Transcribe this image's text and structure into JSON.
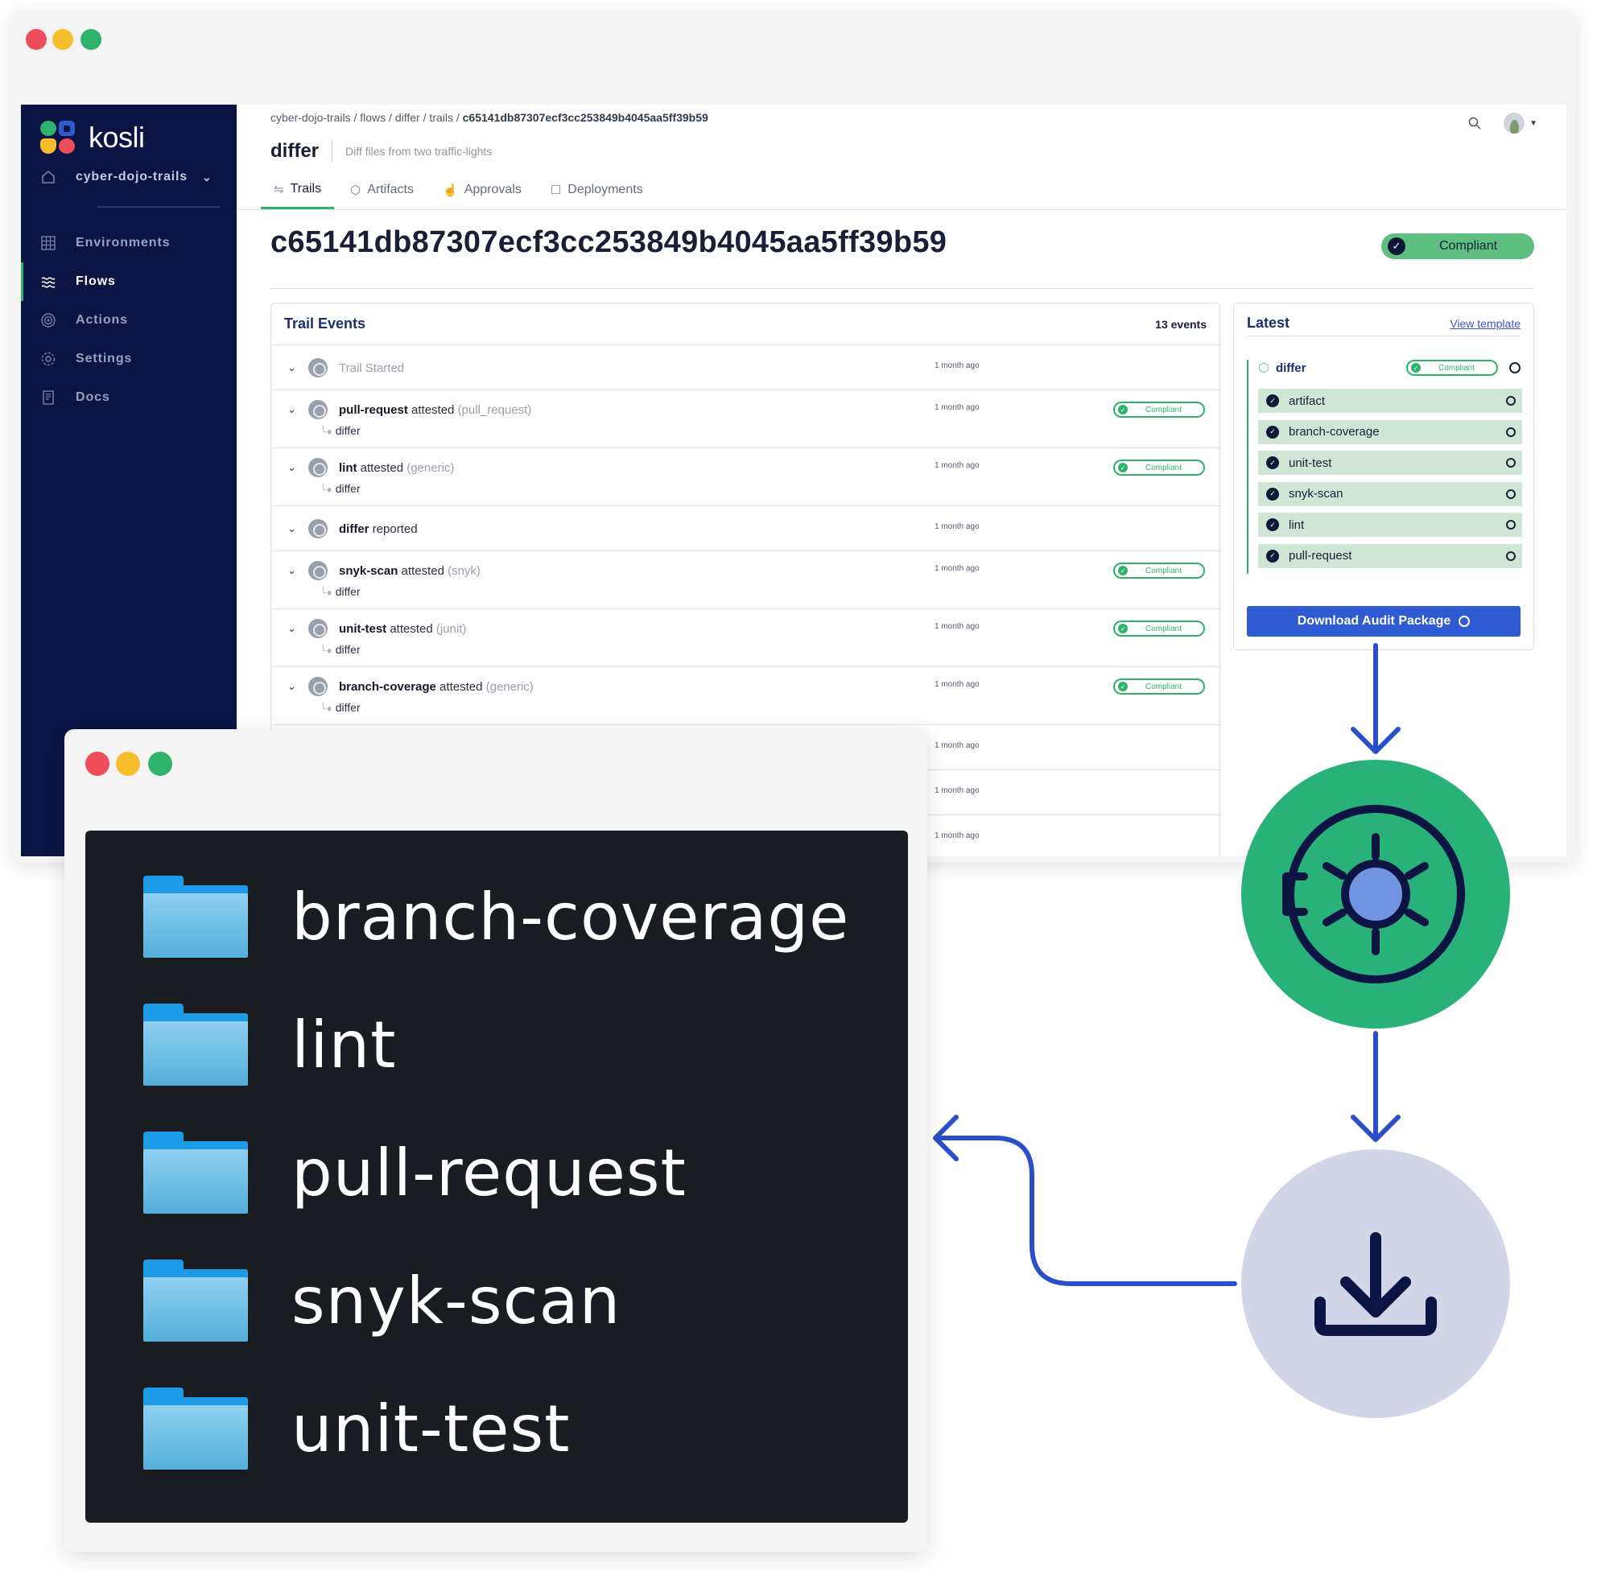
{
  "app": {
    "brand": "kosli",
    "org": "cyber-dojo-trails",
    "sidebar": {
      "items": [
        {
          "label": "Environments",
          "icon": "environments-grid-icon",
          "active": false
        },
        {
          "label": "Flows",
          "icon": "flows-waves-icon",
          "active": true
        },
        {
          "label": "Actions",
          "icon": "actions-target-icon",
          "active": false
        },
        {
          "label": "Settings",
          "icon": "settings-gear-icon",
          "active": false
        },
        {
          "label": "Docs",
          "icon": "docs-book-icon",
          "active": false
        }
      ]
    },
    "breadcrumb": {
      "parts": [
        "cyber-dojo-trails",
        "flows",
        "differ",
        "trails"
      ],
      "current": "c65141db87307ecf3cc253849b4045aa5ff39b59"
    },
    "flow": {
      "name": "differ",
      "description": "Diff files from two traffic-lights"
    },
    "tabs": [
      {
        "label": "Trails",
        "icon": "trails-icon",
        "active": true
      },
      {
        "label": "Artifacts",
        "icon": "cube-icon",
        "active": false
      },
      {
        "label": "Approvals",
        "icon": "thumbs-up-icon",
        "active": false
      },
      {
        "label": "Deployments",
        "icon": "deploy-icon",
        "active": false
      }
    ],
    "trail": {
      "id": "c65141db87307ecf3cc253849b4045aa5ff39b59",
      "status": "Compliant"
    },
    "events": {
      "title": "Trail Events",
      "count": "13 events",
      "rows": [
        {
          "name": "",
          "verb": "Trail Started",
          "type": "",
          "sub": "",
          "ago": "1 month ago",
          "badge": ""
        },
        {
          "name": "pull-request",
          "verb": " attested ",
          "type": "(pull_request)",
          "sub": "differ",
          "ago": "1 month ago",
          "badge": "Compliant"
        },
        {
          "name": "lint",
          "verb": " attested ",
          "type": "(generic)",
          "sub": "differ",
          "ago": "1 month ago",
          "badge": "Compliant"
        },
        {
          "name": "differ",
          "verb": " reported",
          "type": "",
          "sub": "",
          "ago": "1 month ago",
          "badge": ""
        },
        {
          "name": "snyk-scan",
          "verb": " attested ",
          "type": "(snyk)",
          "sub": "differ",
          "ago": "1 month ago",
          "badge": "Compliant"
        },
        {
          "name": "unit-test",
          "verb": " attested ",
          "type": "(junit)",
          "sub": "differ",
          "ago": "1 month ago",
          "badge": "Compliant"
        },
        {
          "name": "branch-coverage",
          "verb": " attested ",
          "type": "(generic)",
          "sub": "differ",
          "ago": "1 month ago",
          "badge": "Compliant"
        },
        {
          "name": "",
          "verb": "",
          "type": "",
          "sub": "",
          "ago": "1 month ago",
          "badge": ""
        },
        {
          "name": "",
          "verb": "",
          "type": "",
          "sub": "",
          "ago": "1 month ago",
          "badge": ""
        },
        {
          "name": "",
          "verb": "",
          "type": "",
          "sub": "",
          "ago": "1 month ago",
          "badge": ""
        }
      ]
    },
    "latest": {
      "title": "Latest",
      "link": "View template",
      "artifact": "differ",
      "artifact_status": "Compliant",
      "attestations": [
        "artifact",
        "branch-coverage",
        "unit-test",
        "snyk-scan",
        "lint",
        "pull-request"
      ],
      "download_label": "Download Audit Package"
    }
  },
  "folders": [
    "branch-coverage",
    "lint",
    "pull-request",
    "snyk-scan",
    "unit-test"
  ],
  "diagram": {
    "nodes": [
      {
        "name": "audit-package-circle",
        "icon": "gear-icon",
        "color": "#28b27a"
      },
      {
        "name": "download-circle",
        "icon": "download-icon",
        "color": "#d2d6e8"
      }
    ],
    "arrow_color": "#2a4fc9"
  },
  "colors": {
    "sidebar_bg": "#0b1443",
    "accent_green": "#2fb36c",
    "button_blue": "#2e5bd2"
  }
}
